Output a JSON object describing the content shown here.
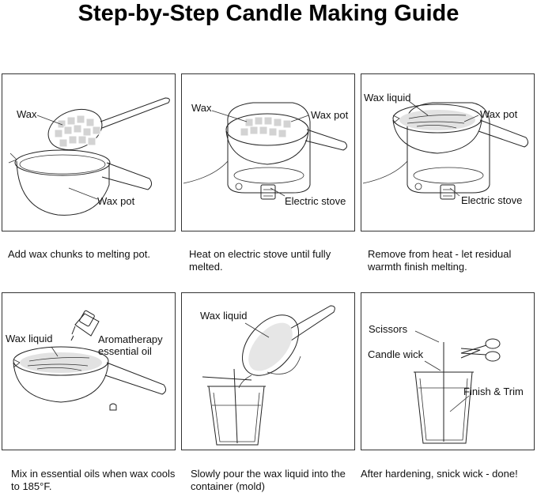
{
  "title": "Step-by-Step Candle Making Guide",
  "steps": [
    {
      "labels": [
        "Wax",
        "Wax pot"
      ],
      "caption": "Add wax chunks to melting pot."
    },
    {
      "labels": [
        "Wax",
        "Wax pot",
        "Electric stove"
      ],
      "caption": "Heat on electric stove until fully melted."
    },
    {
      "labels": [
        "Wax liquid",
        "Wax pot",
        "Electric stove"
      ],
      "caption": "Remove from heat - let residual warmth finish melting."
    },
    {
      "labels": [
        "Wax liquid",
        "Aromatherapy\nessential oil"
      ],
      "caption": "Mix in essential oils when wax cools to 185°F."
    },
    {
      "labels": [
        "Wax liquid"
      ],
      "caption": "Slowly pour the wax liquid into the container (mold)"
    },
    {
      "labels": [
        "Scissors",
        "Candle wick",
        "Finish & Trim"
      ],
      "caption": "After hardening, snick wick - done!"
    }
  ]
}
